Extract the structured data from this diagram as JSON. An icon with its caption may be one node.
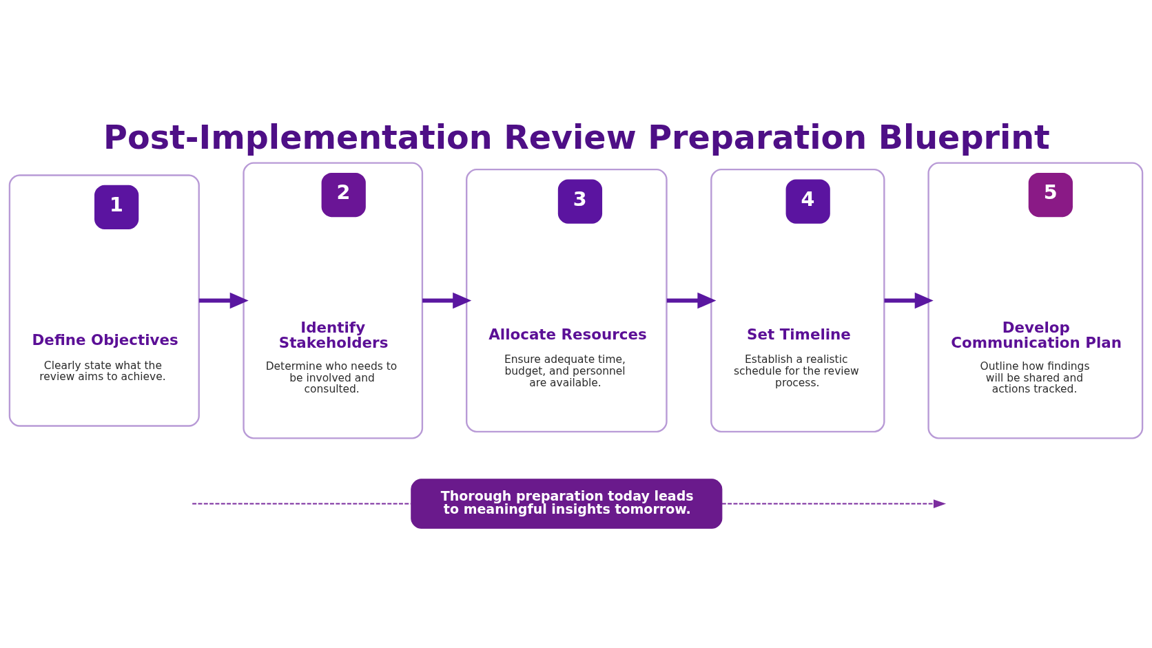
{
  "diagram": {
    "title": "Post-Implementation Review Preparation Blueprint",
    "nodes": [
      {
        "text": [
          "1",
          "Define Objectives",
          "Clearly state what the review aims to achieve."
        ]
      },
      {
        "text": [
          "2",
          "Identify Stakeholders",
          "Determine who needs to be involved and consulted."
        ]
      },
      {
        "text": [
          "3",
          "Allocate Resources",
          "Ensure adequate time, budget, and personnel are available."
        ]
      },
      {
        "text": [
          "4",
          "Set Timeline",
          "Establish a realistic schedule for the review process."
        ]
      },
      {
        "text": [
          "5",
          "Develop Communication Plan",
          "Outline how findings will be shared and actions tracked."
        ]
      },
      {
        "text": [
          "Thorough preparation today leads to meaningful insights tomorrow."
        ]
      }
    ],
    "edges": [
      {
        "from": 0,
        "to": 1,
        "arrow": "to"
      },
      {
        "from": 1,
        "to": 2,
        "arrow": "to"
      },
      {
        "from": 2,
        "to": 3,
        "arrow": "to"
      },
      {
        "from": 3,
        "to": 4,
        "arrow": "to"
      },
      {
        "from": null,
        "to": 5,
        "arrow": "none",
        "style": "dashed",
        "color": "#7b2d9e"
      },
      {
        "from": 5,
        "to": null,
        "arrow": "to",
        "style": "dashed",
        "color": "#7b2d9e"
      }
    ]
  }
}
